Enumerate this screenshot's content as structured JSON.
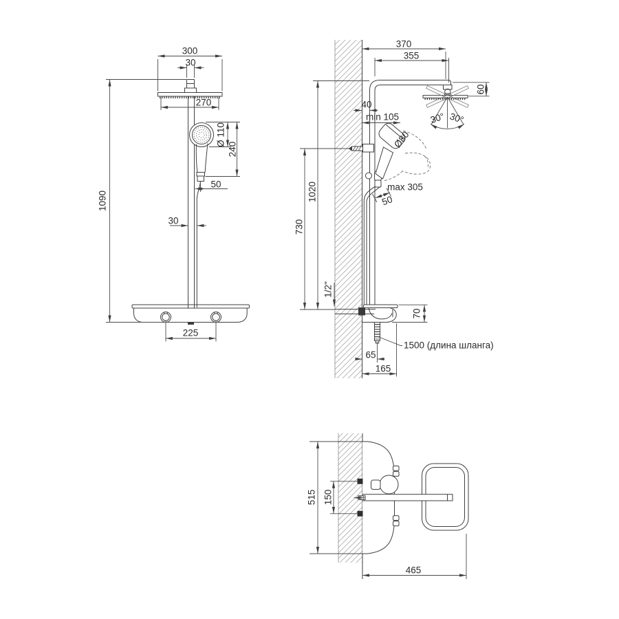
{
  "drawing": {
    "front_view": {
      "head_width": "300",
      "top_connector_width": "30",
      "head_face_width": "270",
      "hand_shower_diameter": "Ø 110",
      "hand_shower_length": "240",
      "hand_shower_offset": "50",
      "pipe_width": "30",
      "total_height": "1090",
      "handle_spacing": "225"
    },
    "side_view": {
      "arm_reach": "370",
      "arm_length": "355",
      "wall_offset": "40",
      "min_clearance": "min 105",
      "head_drop": "60",
      "tilt_left": "30°",
      "tilt_right": "30°",
      "hand_face_diameter": "Ø80",
      "max_reach": "max 305",
      "holder_offset": "50",
      "riser_height": "1020",
      "inlet_height": "730",
      "connection_thread": "1/2\"",
      "shelf_height": "70",
      "hose_note": "1500 (длина шланга)",
      "hose_outlet_offset": "65",
      "shelf_depth": "165"
    },
    "top_view": {
      "shelf_width": "515",
      "mount_spacing": "150",
      "overall_depth": "465"
    },
    "colors": {
      "line": "#3f3f3f",
      "dimension_line": "#4a4a4a",
      "hatch": "#b0b0b0",
      "text": "#2b2b2b"
    }
  }
}
